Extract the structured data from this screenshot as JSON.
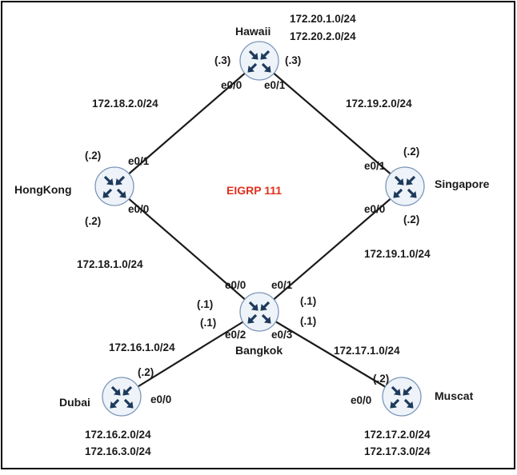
{
  "protocol_label": "EIGRP 111",
  "protocol_color": "#e0301e",
  "router_fill": "#eef3f9",
  "router_stroke": "#7b96b8",
  "router_arrow_color": "#1d3a5c",
  "routers": {
    "hawaii": {
      "name": "Hawaii",
      "networks": [
        "172.20.1.0/24",
        "172.20.2.0/24"
      ],
      "ip_left": "(.3)",
      "ip_right": "(.3)",
      "if_left": "e0/0",
      "if_right": "e0/1"
    },
    "hongkong": {
      "name": "HongKong",
      "ip_top": "(.2)",
      "ip_bottom": "(.2)",
      "if_top": "e0/1",
      "if_bottom": "e0/0"
    },
    "singapore": {
      "name": "Singapore",
      "ip_top": "(.2)",
      "ip_bottom": "(.2)",
      "if_top": "e0/1",
      "if_bottom": "e0/0"
    },
    "bangkok": {
      "name": "Bangkok",
      "if_tl": "e0/0",
      "if_tr": "e0/1",
      "if_bl": "e0/2",
      "if_br": "e0/3",
      "ip_tl": "(.1)",
      "ip_bl": "(.1)",
      "ip_tr": "(.1)",
      "ip_br": "(.1)"
    },
    "dubai": {
      "name": "Dubai",
      "ip": "(.2)",
      "if": "e0/0",
      "networks": [
        "172.16.2.0/24",
        "172.16.3.0/24"
      ]
    },
    "muscat": {
      "name": "Muscat",
      "ip": "(.2)",
      "if": "e0/0",
      "networks": [
        "172.17.2.0/24",
        "172.17.3.0/24"
      ]
    }
  },
  "links": {
    "hongkong_hawaii": "172.18.2.0/24",
    "hawaii_singapore": "172.19.2.0/24",
    "hongkong_bangkok": "172.18.1.0/24",
    "singapore_bangkok": "172.19.1.0/24",
    "bangkok_dubai": "172.16.1.0/24",
    "bangkok_muscat": "172.17.1.0/24"
  }
}
